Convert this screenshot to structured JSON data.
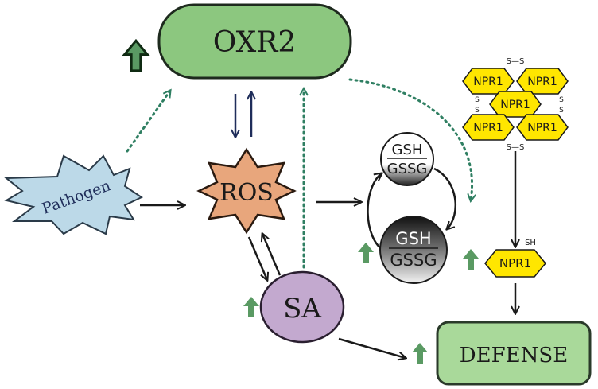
{
  "colors": {
    "oxr2_fill": "#8cc77f",
    "defense_fill": "#a9d99a",
    "ros_fill": "#e8a67c",
    "sa_fill": "#c3a9cf",
    "pathogen_fill": "#bcd9e8",
    "npr1_fill": "#ffe600",
    "up_arrow_fill": "#5a9a63",
    "dotted_arrow": "#2f7f62",
    "solid_arrow": "#1a1a1a",
    "ros_oxr2_arrow": "#1f2d5a"
  },
  "nodes": {
    "oxr2": {
      "label": "OXR2"
    },
    "ros": {
      "label": "ROS"
    },
    "pathogen": {
      "label": "Pathogen"
    },
    "sa": {
      "label": "SA"
    },
    "defense": {
      "label": "DEFENSE"
    },
    "gsh_top": {
      "numerator": "GSH",
      "denominator": "GSSG"
    },
    "gsh_bottom": {
      "numerator": "GSH",
      "denominator": "GSSG"
    },
    "npr1_oligomer": {
      "monomer_label": "NPR1",
      "disulfide_label": "S—S",
      "sulfur_label": "S"
    },
    "npr1_monomer": {
      "label": "NPR1",
      "thiol_label": "SH"
    }
  },
  "icons": [
    "up-arrow-icon"
  ]
}
